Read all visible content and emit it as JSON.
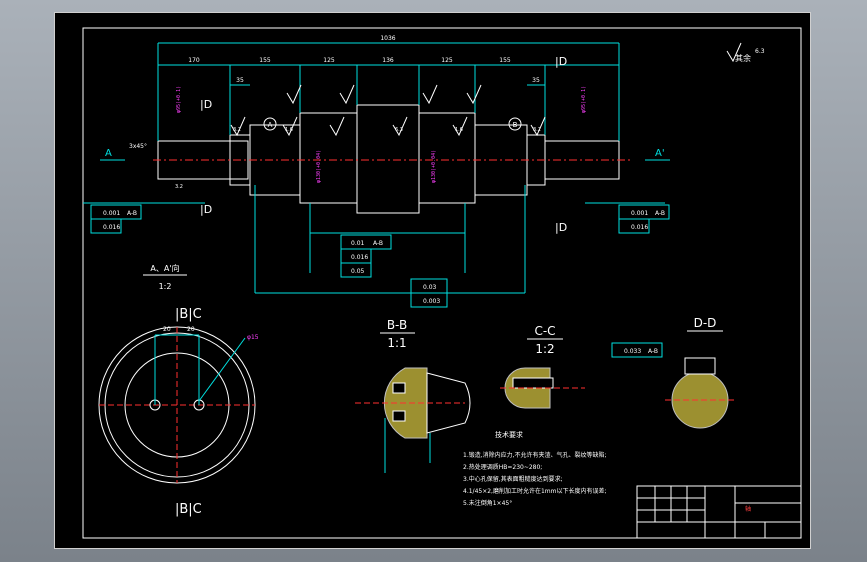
{
  "drawing": {
    "title_right": "其余",
    "roughness_right": "6.3",
    "overall_length": "1036",
    "segments": [
      "170",
      "155",
      "125",
      "136",
      "125",
      "155"
    ],
    "dim_35_left": "35",
    "dim_35_right": "35",
    "section_A": "A",
    "section_A_prime": "A'",
    "section_D": "D",
    "chamfer": "3x45°",
    "roughness": [
      "3.2",
      "1.6",
      "6.3",
      "3.2",
      "1.6",
      "3.2"
    ],
    "datum_A": "A",
    "datum_B": "B",
    "view_label": "A、A'向",
    "view_scale": "1:2",
    "section_C": "C",
    "section_BB": "B-B",
    "section_BB_scale": "1:1",
    "section_CC": "C-C",
    "section_CC_scale": "1:2",
    "section_DD": "D-D",
    "dim_20_a": "20",
    "dim_20_b": "20",
    "dim_d15": "φ15",
    "tol_left": {
      "row1": "0.001",
      "row1_ref": "A-B",
      "row2": "0.016"
    },
    "tol_right": {
      "row1": "0.001",
      "row1_ref": "A-B",
      "row2": "0.016"
    },
    "tol_mid": {
      "row1": "0.01",
      "row1_ref": "A-B",
      "row2": "0.016",
      "row3": "0.05"
    },
    "tol_bottom": {
      "row1": "0.03",
      "row2": "0.003"
    },
    "tol_dd": {
      "row1": "0.033",
      "row1_ref": "A-B"
    },
    "notes_title": "技术要求",
    "notes": [
      "1.锻造,消除内应力,不允许有夹渣、气孔、裂纹等缺陷;",
      "2.热处理调质HB=230~280;",
      "3.中心孔保留,其表面粗糙度达到要求;",
      "4.1/45×2,磨削加工时允许在1mm以下长度内有误差;",
      "5.未注倒角1×45°"
    ],
    "title_block_name": "轴"
  }
}
